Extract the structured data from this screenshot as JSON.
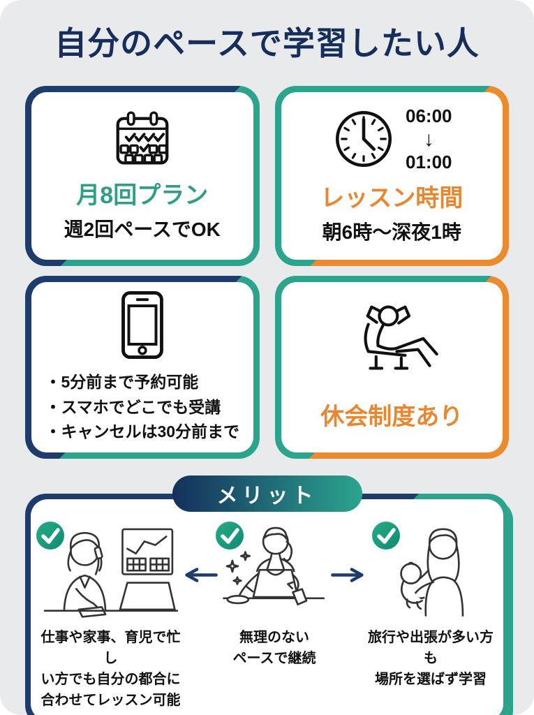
{
  "title": "自分のペースで学習したい人",
  "colors": {
    "background": "#e9eaec",
    "navy": "#1d3c6b",
    "title_navy": "#152e5b",
    "teal": "#2ba48e",
    "teal_text": "#2e9e85",
    "orange": "#ec8a2e",
    "orange_text": "#e8872f",
    "check_green": "#1ba37e"
  },
  "cards": {
    "plan": {
      "title": "月8回プラン",
      "subtitle": "週2回ペースでOK"
    },
    "lesson_time": {
      "time_from": "06:00",
      "time_to": "01:00",
      "title": "レッスン時間",
      "subtitle": "朝6時～深夜1時"
    },
    "mobile": {
      "bullets": [
        "・5分前まで予約可能",
        "・スマホでどこでも受講",
        "・キャンセルは30分前まで"
      ]
    },
    "pause": {
      "title": "休会制度あり"
    }
  },
  "merit": {
    "badge": "メリット",
    "items": [
      {
        "caption": "仕事や家事、育児で忙し\nい方でも自分の都合に\n合わせてレッスン可能"
      },
      {
        "caption": "無理のない\nペースで継続"
      },
      {
        "caption": "旅行や出張が多い方も\n場所を選ばず学習"
      }
    ]
  },
  "icons": {
    "down_arrow": "↓"
  }
}
